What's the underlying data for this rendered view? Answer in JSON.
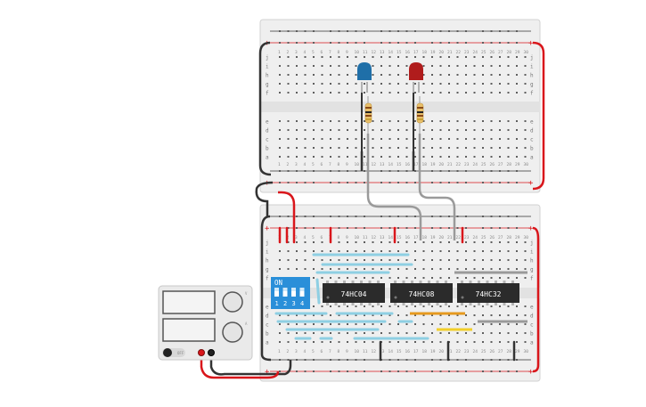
{
  "boards": {
    "top": {
      "rows": [
        "j",
        "i",
        "h",
        "g",
        "f",
        "e",
        "d",
        "c",
        "b",
        "a"
      ],
      "columns": 30
    },
    "bottom": {
      "rows": [
        "j",
        "i",
        "h",
        "g",
        "f",
        "e",
        "d",
        "c",
        "b",
        "a"
      ],
      "columns": 30
    },
    "rail_plus": "+",
    "rail_minus": "−"
  },
  "chips": [
    {
      "label": "74HC04"
    },
    {
      "label": "74HC08"
    },
    {
      "label": "74HC32"
    }
  ],
  "dip_switch": {
    "on_label": "ON",
    "numbers": [
      "1",
      "2",
      "3",
      "4"
    ]
  },
  "leds": [
    {
      "name": "blue-led",
      "color": "#1f6fa8"
    },
    {
      "name": "red-led",
      "color": "#b01c1c"
    }
  ],
  "power_supply": {
    "knob_labels": [
      "V",
      "A"
    ],
    "off_label": "OFF"
  },
  "colors": {
    "board": "#efefef",
    "rail_red": "#d9161b",
    "rail_black": "#333333",
    "wire_blue": "#8ecfe3",
    "wire_grey": "#9a9a9a",
    "wire_orange": "#e69a1f",
    "wire_yellow": "#f2cf2a",
    "dip_blue": "#2a8fd9"
  }
}
